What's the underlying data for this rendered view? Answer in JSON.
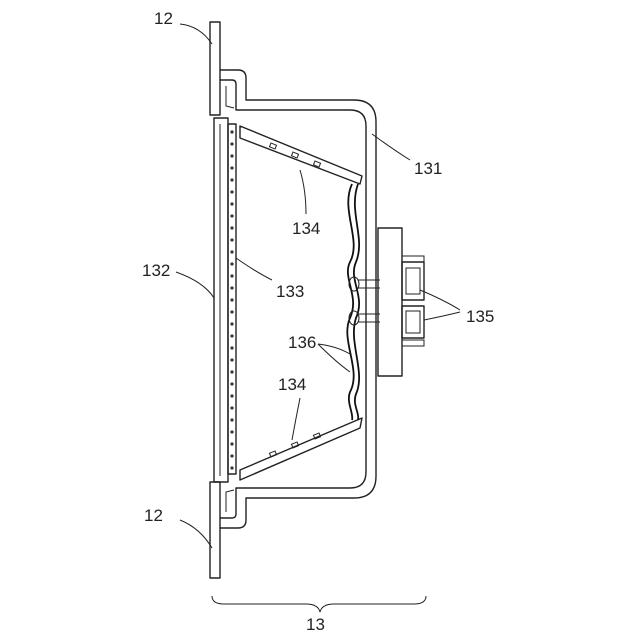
{
  "labels": {
    "ref_12_top": "12",
    "ref_12_bottom": "12",
    "ref_13": "13",
    "ref_131": "131",
    "ref_132": "132",
    "ref_133": "133",
    "ref_134_top": "134",
    "ref_134_bottom": "134",
    "ref_135": "135",
    "ref_136": "136"
  }
}
